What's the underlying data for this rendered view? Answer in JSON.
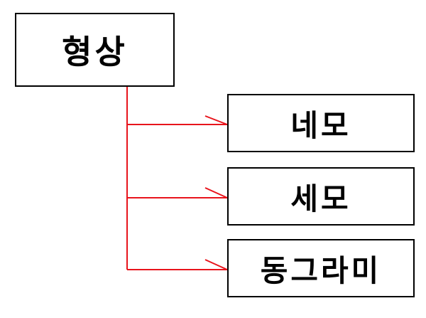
{
  "diagram": {
    "root": {
      "label": "형상"
    },
    "children": [
      {
        "label": "네모"
      },
      {
        "label": "세모"
      },
      {
        "label": "동그라미"
      }
    ]
  },
  "colors": {
    "connector": "#e8141c",
    "box_border": "#000000",
    "text": "#000000",
    "background": "#ffffff"
  }
}
